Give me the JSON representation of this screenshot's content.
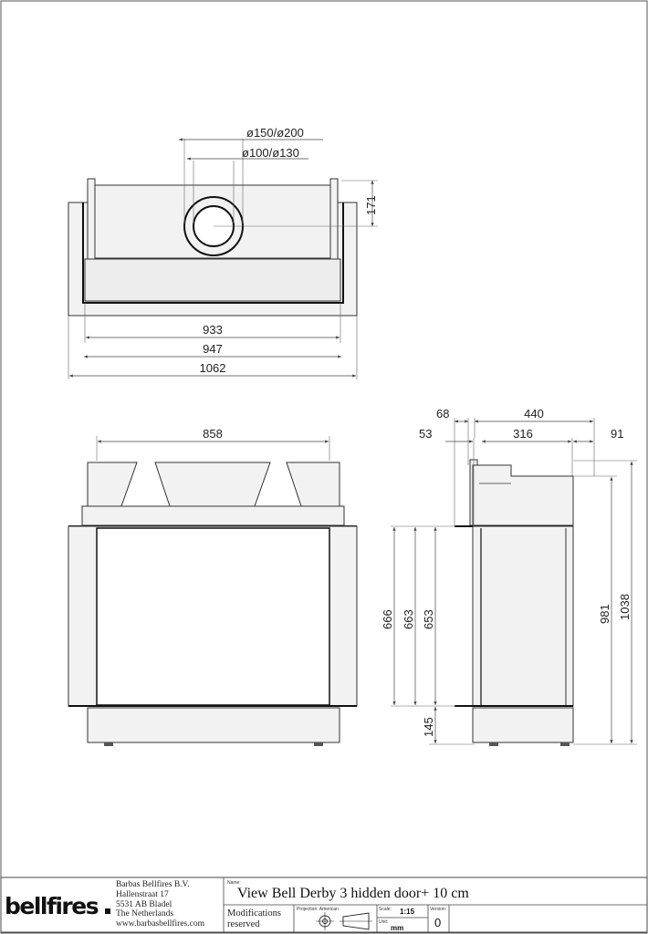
{
  "top_view": {
    "dim_flue_outer": "ø150/ø200",
    "dim_flue_inner": "ø100/ø130",
    "dim_depth": "171",
    "dim_inner_width": "933",
    "dim_mid_width": "947",
    "dim_total_width": "1062"
  },
  "front_view": {
    "dim_top_width": "858"
  },
  "side_view": {
    "dim_68": "68",
    "dim_440": "440",
    "dim_53": "53",
    "dim_316": "316",
    "dim_91": "91",
    "dim_666": "666",
    "dim_663": "663",
    "dim_653": "653",
    "dim_145": "145",
    "dim_981": "981",
    "dim_1038": "1038"
  },
  "title_block": {
    "logo": "bellfires",
    "company_lines": [
      "Barbas Bellfires B.V.",
      "Hallenstraat 17",
      "5531 AB Bladel",
      "The Netherlands",
      "www.barbasbellfires.com"
    ],
    "name_label": "Name:",
    "title": "View Bell Derby 3 hidden door+ 10 cm",
    "modifications_line1": "Modifications",
    "modifications_line2": "reserved",
    "projection_label": "Projection: American",
    "scale_label": "Scale:",
    "scale_value": "1:15",
    "unit_label": "Unit:",
    "unit_value": "mm",
    "version_label": "Version:",
    "version_value": "0"
  }
}
